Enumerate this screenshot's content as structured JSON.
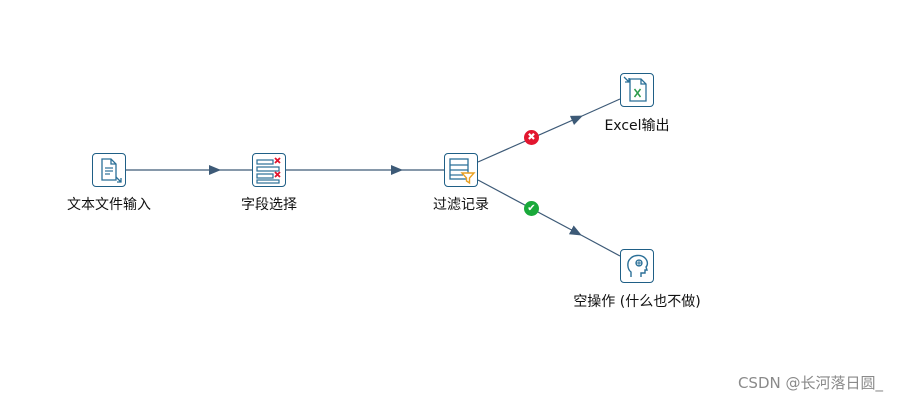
{
  "colors": {
    "hop": "#3d5a77",
    "step_border": "#1f5f86",
    "error_badge": "#e2162f",
    "true_badge": "#19a93a"
  },
  "steps": {
    "text_input": {
      "label": "文本文件输入",
      "icon": "text-file-input-icon"
    },
    "select_fields": {
      "label": "字段选择",
      "icon": "select-values-icon"
    },
    "filter_rows": {
      "label": "过滤记录",
      "icon": "filter-rows-icon"
    },
    "excel_output": {
      "label": "Excel输出",
      "icon": "excel-output-icon"
    },
    "dummy": {
      "label": "空操作 (什么也不做)",
      "icon": "dummy-head-icon"
    }
  },
  "badges": {
    "false_mark": "✖",
    "true_mark": "✔"
  },
  "watermark": "CSDN @长河落日圆_"
}
